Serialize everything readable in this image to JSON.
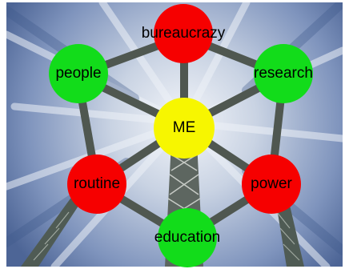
{
  "diagram": {
    "nodes": [
      {
        "id": "bureaucrazy",
        "label": "bureaucrazy",
        "color": "#f60000"
      },
      {
        "id": "people",
        "label": "people",
        "color": "#12dc1a"
      },
      {
        "id": "research",
        "label": "research",
        "color": "#12dc1a"
      },
      {
        "id": "me",
        "label": "ME",
        "color": "#f7f600"
      },
      {
        "id": "routine",
        "label": "routine",
        "color": "#f60000"
      },
      {
        "id": "power",
        "label": "power",
        "color": "#f60000"
      },
      {
        "id": "education",
        "label": "education",
        "color": "#12dc1a"
      }
    ],
    "edges": [
      [
        "me",
        "bureaucrazy"
      ],
      [
        "me",
        "people"
      ],
      [
        "me",
        "research"
      ],
      [
        "me",
        "routine"
      ],
      [
        "me",
        "power"
      ],
      [
        "me",
        "education"
      ],
      [
        "bureaucrazy",
        "people"
      ],
      [
        "bureaucrazy",
        "research"
      ],
      [
        "people",
        "routine"
      ],
      [
        "research",
        "power"
      ],
      [
        "routine",
        "education"
      ],
      [
        "power",
        "education"
      ]
    ]
  },
  "background": {
    "subject": "atomium-sphere-structure-photo",
    "sky_color": "#5d76a6",
    "cloud_color": "#e8ecf3",
    "strut_color": "#4f5750"
  }
}
